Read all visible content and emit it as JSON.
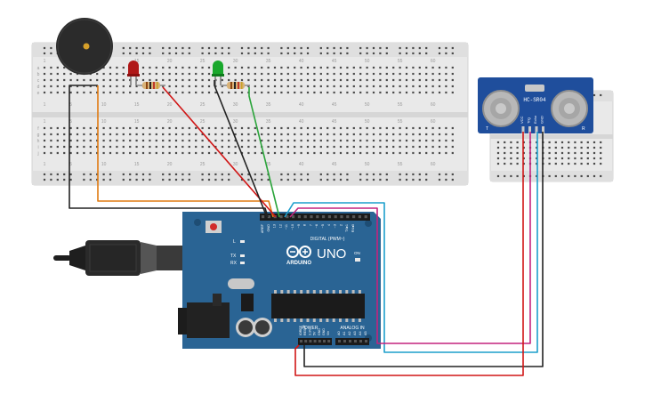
{
  "main_breadboard": {
    "column_numbers": [
      "1",
      "5",
      "10",
      "15",
      "20",
      "25",
      "30",
      "35",
      "40",
      "45",
      "50",
      "55",
      "60"
    ],
    "row_letters_top": [
      "a",
      "b",
      "c",
      "d",
      "e"
    ],
    "row_letters_bottom": [
      "f",
      "g",
      "h",
      "i",
      "j"
    ]
  },
  "small_breadboard": {},
  "components": {
    "buzzer": {
      "color": "#2b2b2b"
    },
    "led_red": {
      "color": "#b01818"
    },
    "led_green": {
      "color": "#19a82c"
    }
  },
  "sensor": {
    "label": "HC-SR04",
    "pins": [
      "VCC",
      "Trig",
      "Echo",
      "GND"
    ],
    "marks": [
      "T",
      "R"
    ]
  },
  "arduino": {
    "brand": "ARDUINO",
    "model": "UNO",
    "on_label": "ON",
    "digital_label": "DIGITAL (PWM~)",
    "power_label": "POWER",
    "analog_label": "ANALOG IN",
    "aref": "AREF",
    "gnd": "GND",
    "digital_pins": [
      "13",
      "12",
      "~11",
      "~10",
      "~9",
      "8",
      "7",
      "~6",
      "~5",
      "4",
      "~3",
      "2",
      "TX▸1",
      "RX◂0"
    ],
    "power_pins": [
      "IOREF",
      "RESET",
      "3.3V",
      "5V",
      "GND",
      "GND",
      "Vin"
    ],
    "analog_pins": [
      "A0",
      "A1",
      "A2",
      "A3",
      "A4",
      "A5"
    ],
    "leds": [
      "L",
      "TX",
      "RX"
    ]
  },
  "colors": {
    "board_blue": "#2a6494",
    "wire_black": "#222222",
    "wire_orange": "#e07b12",
    "wire_red": "#d01616",
    "wire_green": "#2aa43a",
    "wire_teal": "#1d9fcc",
    "wire_magenta": "#c4237f"
  }
}
